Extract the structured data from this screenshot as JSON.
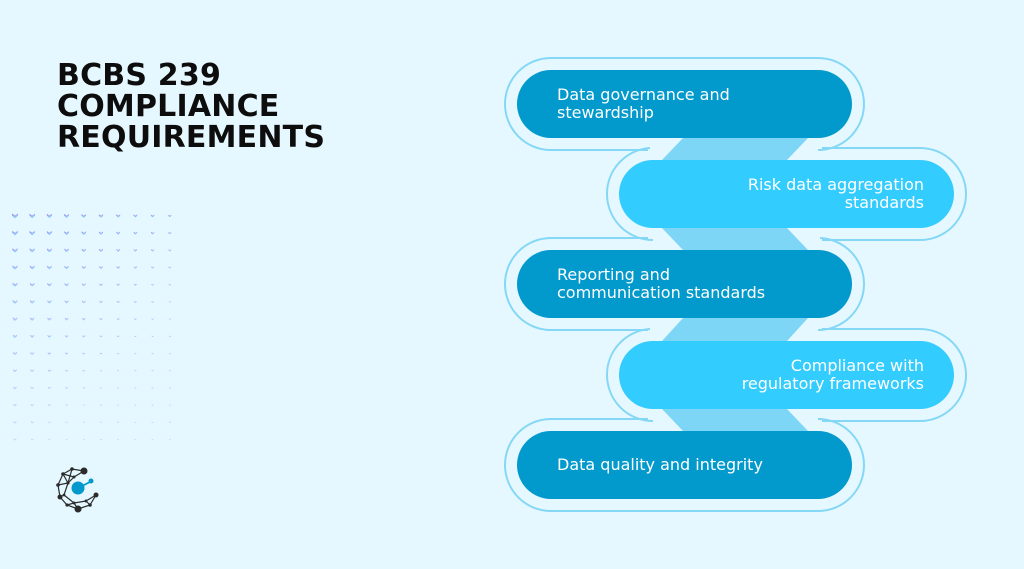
{
  "title": {
    "lines": [
      "BCBS 239",
      "COMPLIANCE",
      "REQUIREMENTS"
    ]
  },
  "colors": {
    "background": "#E6F8FF",
    "pill_dark": "#0299CC",
    "pill_light": "#33CCFF",
    "connector": "#7DD6F5",
    "outline": "#84D8F5",
    "title_text": "#0D0D0D",
    "pill_text": "#FFFFFF"
  },
  "steps": [
    {
      "lines": [
        "Data governance and",
        "stewardship"
      ],
      "align": "left",
      "style": "dark"
    },
    {
      "lines": [
        "Risk data aggregation",
        "standards"
      ],
      "align": "right",
      "style": "light"
    },
    {
      "lines": [
        "Reporting and",
        "communication standards"
      ],
      "align": "left",
      "style": "dark"
    },
    {
      "lines": [
        "Compliance with",
        "regulatory frameworks"
      ],
      "align": "right",
      "style": "light"
    },
    {
      "lines": [
        "Data quality and integrity"
      ],
      "align": "left",
      "style": "dark"
    }
  ],
  "decor": {
    "dot_grid": {
      "cols": 10,
      "rows": 14,
      "icon": "chevron-dot-icon"
    },
    "logo": {
      "icon": "network-c-logo-icon"
    }
  }
}
